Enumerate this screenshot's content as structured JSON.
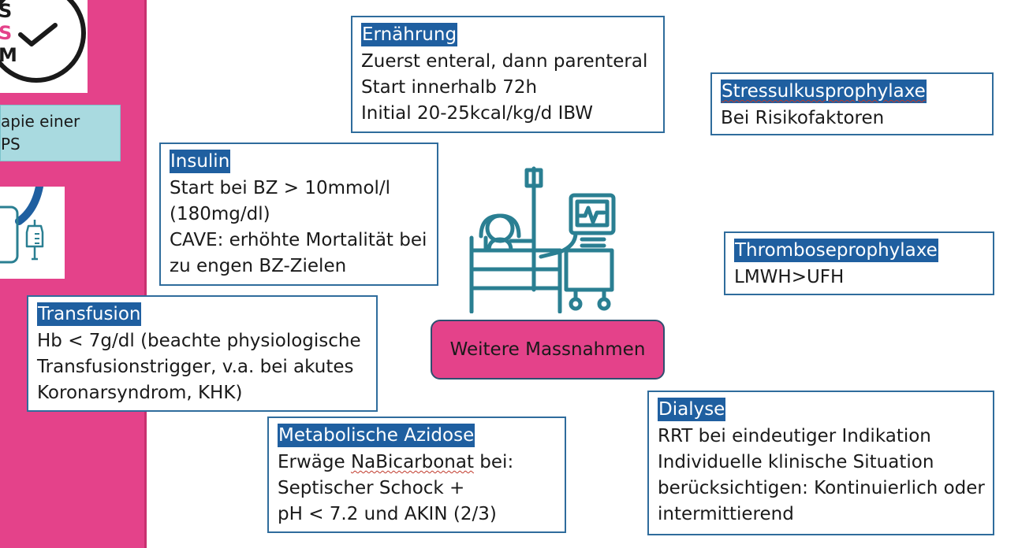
{
  "sidebar": {
    "logo_letters": [
      "S",
      "S",
      "M"
    ],
    "subtitle_lines": [
      "apie einer",
      "PS"
    ]
  },
  "cards": {
    "ernaehrung": {
      "title": "Ernährung",
      "lines": [
        "Zuerst enteral, dann parenteral",
        "Start innerhalb 72h",
        "Initial 20-25kcal/kg/d IBW"
      ]
    },
    "stressulkus": {
      "title": "Stressulkusprophylaxe",
      "lines": [
        "Bei Risikofaktoren"
      ]
    },
    "insulin": {
      "title": "Insulin",
      "lines": [
        "Start bei BZ > 10mmol/l",
        "(180mg/dl)",
        "CAVE: erhöhte Mortalität bei",
        "zu engen BZ-Zielen"
      ]
    },
    "thrombose": {
      "title": "Thromboseprophylaxe",
      "lines": [
        "LMWH>UFH"
      ]
    },
    "transfusion": {
      "title": "Transfusion",
      "lines": [
        "Hb < 7g/dl (beachte physiologische",
        "Transfusionstrigger, v.a. bei akutes",
        "Koronarsyndrom, KHK)"
      ]
    },
    "azidose": {
      "title": "Metabolische Azidose",
      "lines_prefix": "Erwäge ",
      "lines_underlined": "NaBicarbonat",
      "lines_suffix": " bei:",
      "lines": [
        "Septischer Schock +",
        "pH < 7.2 und AKIN (2/3)"
      ]
    },
    "dialyse": {
      "title": "Dialyse",
      "lines": [
        "RRT bei eindeutiger Indikation",
        "Individuelle klinische Situation",
        "berücksichtigen: Kontinuierlich oder",
        "intermittierend"
      ]
    }
  },
  "center_button": {
    "label": "Weitere Massnahmen"
  },
  "colors": {
    "sidebar": "#e4428a",
    "title_bg": "#1f5fa0",
    "card_border": "#2f6c9c",
    "icon": "#2a7f92",
    "subtitle_bg": "#a9dae0"
  },
  "icons": {
    "center": "icu-bed-ventilator-icon",
    "logo": "clock-check-icon",
    "sidebar_icon": "iv-bag-icon"
  }
}
